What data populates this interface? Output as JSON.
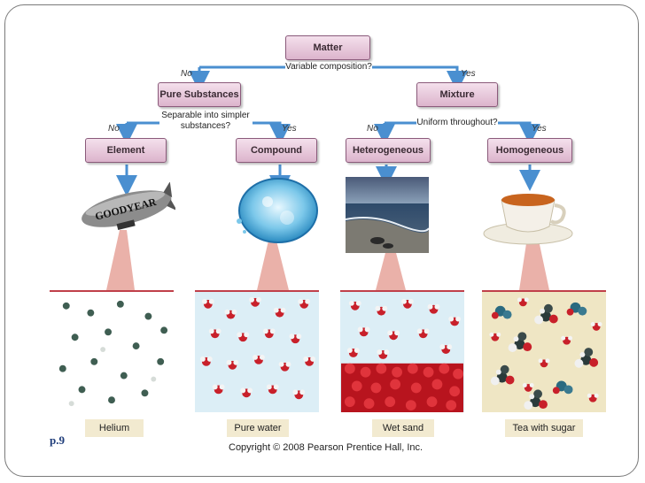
{
  "nodes": {
    "matter": "Matter",
    "pure": "Pure Substances",
    "mixture": "Mixture",
    "element": "Element",
    "compound": "Compound",
    "hetero": "Heterogeneous",
    "homo": "Homogeneous"
  },
  "questions": {
    "q1": "Variable composition?",
    "q2_line1": "Separable into simpler",
    "q2_line2": "substances?",
    "q3": "Uniform throughout?"
  },
  "answers": {
    "no": "No",
    "yes": "Yes"
  },
  "blimp_text": "GOODYEAR",
  "examples": [
    "Helium",
    "Pure water",
    "Wet sand",
    "Tea with sugar"
  ],
  "page_number": "p.9",
  "copyright": "Copyright © 2008 Pearson Prentice Hall, Inc.",
  "colors": {
    "arrow": "#4a8fd0",
    "box_border": "#8a5a7a",
    "box_fill": "#e6c6d8",
    "cone": "#e8a8a0",
    "panel_rule": "#c0404a"
  }
}
